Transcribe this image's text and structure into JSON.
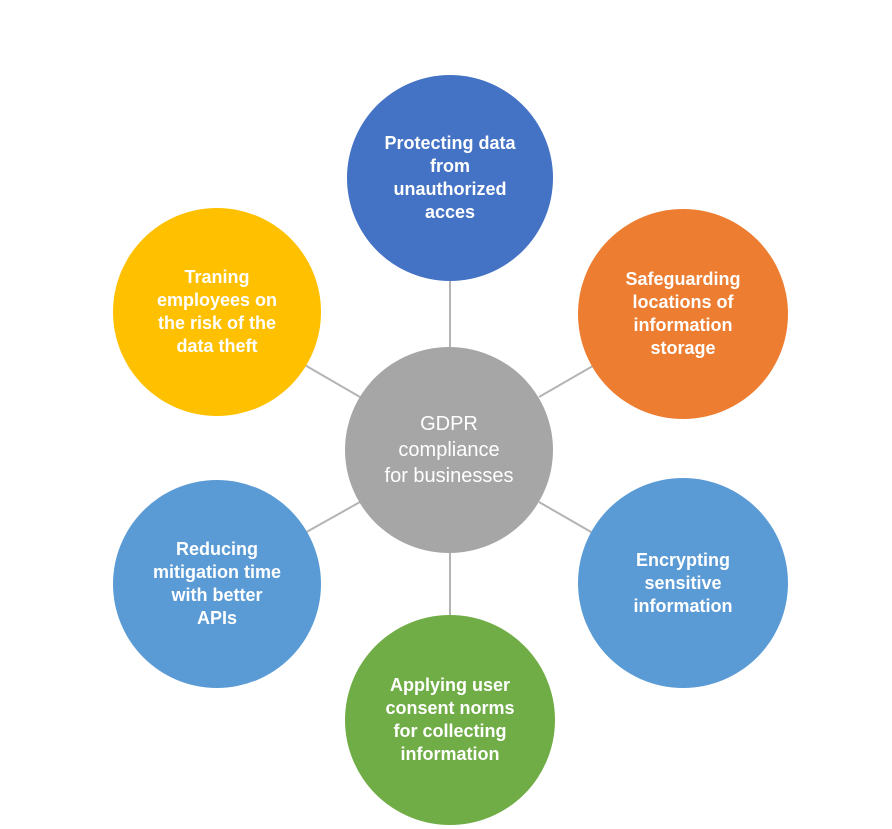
{
  "center": {
    "text": "GDPR\ncompliance\nfor businesses",
    "color": "#a6a6a6"
  },
  "nodes": [
    {
      "id": "top",
      "text": "Protecting data\nfrom\nunauthorized\nacces",
      "color": "#4472c4"
    },
    {
      "id": "top-right",
      "text": "Safeguarding\nlocations of\ninformation\nstorage",
      "color": "#ed7d31"
    },
    {
      "id": "bottom-right",
      "text": "Encrypting\nsensitive\ninformation",
      "color": "#5b9bd5"
    },
    {
      "id": "bottom",
      "text": "Applying user\nconsent norms\nfor collecting\ninformation",
      "color": "#70ad47"
    },
    {
      "id": "bottom-left",
      "text": "Reducing\nmitigation time\nwith better\nAPIs",
      "color": "#5b9bd5"
    },
    {
      "id": "top-left",
      "text": "Traning\nemployees  on\nthe risk of the\ndata theft",
      "color": "#ffc000"
    }
  ],
  "connector_color": "#b4b4b4"
}
